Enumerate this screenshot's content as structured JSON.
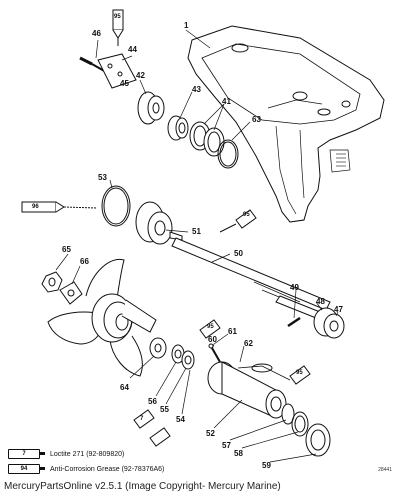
{
  "callouts": [
    {
      "id": "c1",
      "text": "1"
    },
    {
      "id": "c95a",
      "text": "95"
    },
    {
      "id": "c46",
      "text": "46"
    },
    {
      "id": "c44",
      "text": "44"
    },
    {
      "id": "c45",
      "text": "45"
    },
    {
      "id": "c42",
      "text": "42"
    },
    {
      "id": "c43",
      "text": "43"
    },
    {
      "id": "c41",
      "text": "41"
    },
    {
      "id": "c63",
      "text": "63"
    },
    {
      "id": "c53",
      "text": "53"
    },
    {
      "id": "c96a",
      "text": "96"
    },
    {
      "id": "c95b",
      "text": "95"
    },
    {
      "id": "c51",
      "text": "51"
    },
    {
      "id": "c50",
      "text": "50"
    },
    {
      "id": "c65",
      "text": "65"
    },
    {
      "id": "c66",
      "text": "66"
    },
    {
      "id": "c49",
      "text": "49"
    },
    {
      "id": "c48",
      "text": "48"
    },
    {
      "id": "c47",
      "text": "47"
    },
    {
      "id": "c61",
      "text": "61"
    },
    {
      "id": "c60",
      "text": "60"
    },
    {
      "id": "c62",
      "text": "62"
    },
    {
      "id": "c64",
      "text": "64"
    },
    {
      "id": "c56",
      "text": "56"
    },
    {
      "id": "c55",
      "text": "55"
    },
    {
      "id": "c54",
      "text": "54"
    },
    {
      "id": "c52",
      "text": "52"
    },
    {
      "id": "c57",
      "text": "57"
    },
    {
      "id": "c58",
      "text": "58"
    },
    {
      "id": "c59",
      "text": "59"
    },
    {
      "id": "c95c",
      "text": "95"
    },
    {
      "id": "c95d",
      "text": "95"
    },
    {
      "id": "c7",
      "text": "7"
    }
  ],
  "legend": [
    {
      "code": "7",
      "text": "Loctite 271 (92-809820)"
    },
    {
      "code": "94",
      "text": "Anti-Corrosion Grease (92-78376A6)"
    }
  ],
  "figure_number": "28441",
  "footer": "MercuryPartsOnline v2.5.1 (Image Copyright- Mercury Marine)"
}
